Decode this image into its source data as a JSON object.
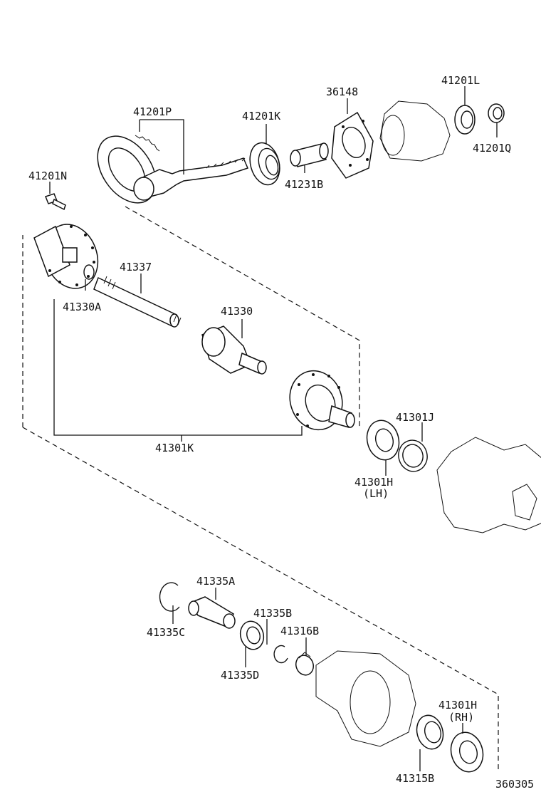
{
  "labels": {
    "p41201P": "41201P",
    "p41201K": "41201K",
    "p36148": "36148",
    "p41201L": "41201L",
    "p41201Q": "41201Q",
    "p41231B": "41231B",
    "p41201N": "41201N",
    "p41337": "41337",
    "p41330A": "41330A",
    "p41330": "41330",
    "p41301K": "41301K",
    "p41301J": "41301J",
    "p41301H_lh": "41301H",
    "lh": "(LH)",
    "p41335A": "41335A",
    "p41335C": "41335C",
    "p41335B": "41335B",
    "p41316B": "41316B",
    "p41335D": "41335D",
    "p41301H_rh": "41301H",
    "rh": "(RH)",
    "p41315B": "41315B",
    "figure_code": "360305"
  }
}
